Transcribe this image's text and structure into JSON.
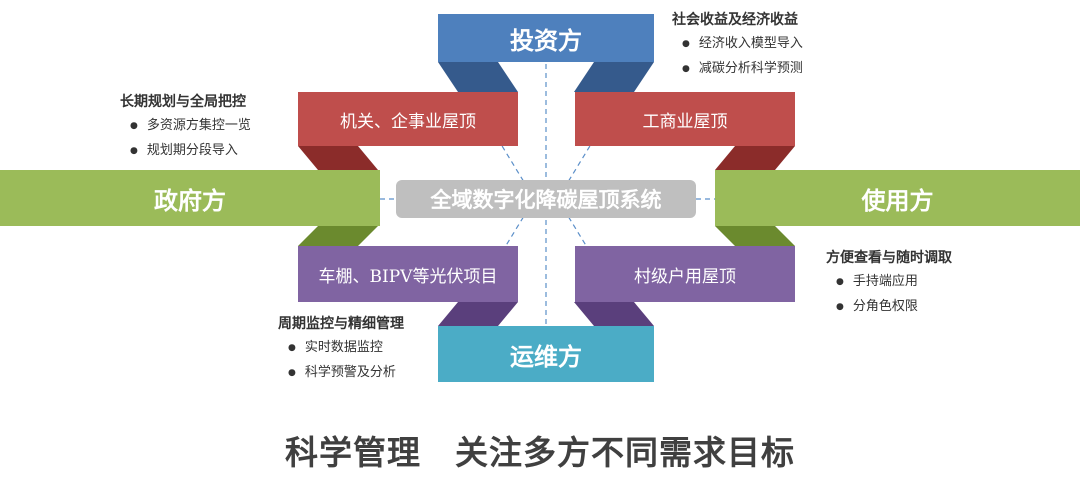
{
  "center": {
    "label": "全域数字化降碳屋顶系统"
  },
  "parties": {
    "investor": "投资方",
    "government": "政府方",
    "user": "使用方",
    "operations": "运维方"
  },
  "roof_types": {
    "institutional": "机关、企事业屋顶",
    "commercial": "工商业屋顶",
    "carport": "车棚、BIPV等光伏项目",
    "village": "村级户用屋顶"
  },
  "notes": {
    "investor": {
      "title": "社会收益及经济收益",
      "items": [
        "经济收入模型导入",
        "减碳分析科学预测"
      ]
    },
    "government": {
      "title": "长期规划与全局把控",
      "items": [
        "多资源方集控一览",
        "规划期分段导入"
      ]
    },
    "user": {
      "title": "方便查看与随时调取",
      "items": [
        "手持端应用",
        "分角色权限"
      ]
    },
    "operations": {
      "title": "周期监控与精细管理",
      "items": [
        "实时数据监控",
        "科学预警及分析"
      ]
    }
  },
  "tagline": "科学管理　关注多方不同需求目标",
  "colors": {
    "blue": "#4e80bd",
    "blue_dark": "#355a8c",
    "red": "#bf4e4c",
    "red_dark": "#8b2c2a",
    "green": "#9bbb59",
    "green_dark": "#6b8a2e",
    "purple": "#8064a2",
    "purple_dark": "#5a3f7c",
    "teal": "#4bacc6",
    "dash": "#5b8fc9"
  }
}
